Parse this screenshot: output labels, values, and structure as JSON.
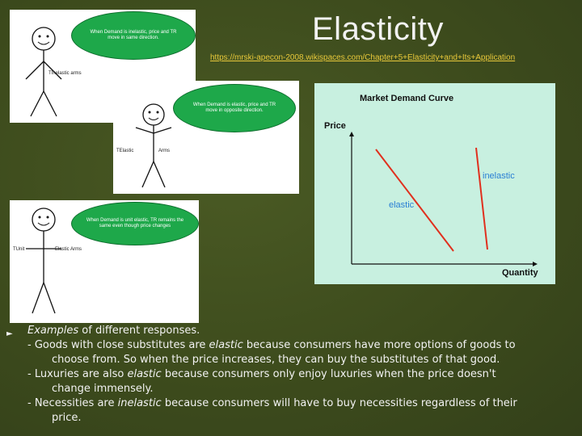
{
  "slide": {
    "title": "Elasticity",
    "source_url": "https://mrski-apecon-2008.wikispaces.com/Chapter+5+Elasticity+and+Its+Application"
  },
  "cartoons": [
    {
      "bubble": "When Demand is inelastic, price and TR move in same direction.",
      "caption": "TInelastic arms"
    },
    {
      "bubble": "When Demand is elastic, price and TR move in opposite direction.",
      "caption_left": "TElastic",
      "caption_right": "Arms"
    },
    {
      "bubble": "When Demand is unit elastic, TR remains the same even though price changes",
      "caption_left": "TUnit",
      "caption_right": "Elastic Arms"
    }
  ],
  "chart_data": {
    "type": "line",
    "title": "Market Demand Curve",
    "ylabel": "Price",
    "xlabel": "Quantity",
    "series": [
      {
        "name": "elastic",
        "color": "#e0301e"
      },
      {
        "name": "inelastic",
        "color": "#e0301e"
      }
    ],
    "colors": {
      "background": "#c8f0e0",
      "labels": "#2a7fd4",
      "curve": "#e0301e"
    }
  },
  "body": {
    "line1_em": "Examples",
    "line1_rest": " of different responses.",
    "l2a": "- Goods with close substitutes are ",
    "l2em": "elastic",
    "l2b": " because consumers have more options of goods to",
    "l3": "choose from. So when the price increases, they can buy the substitutes of that good.",
    "l4a": "- Luxuries are also ",
    "l4em": "elastic",
    "l4b": " because consumers only enjoy luxuries when the price doesn't",
    "l5": "change immensely.",
    "l6a": "- Necessities are ",
    "l6em": "inelastic",
    "l6b": " because consumers will have to buy necessities regardless of their",
    "l7": "price."
  },
  "colors": {
    "background": "#3f4d1f",
    "accent": "#e8c83a",
    "bubble": "#1ea84a"
  }
}
